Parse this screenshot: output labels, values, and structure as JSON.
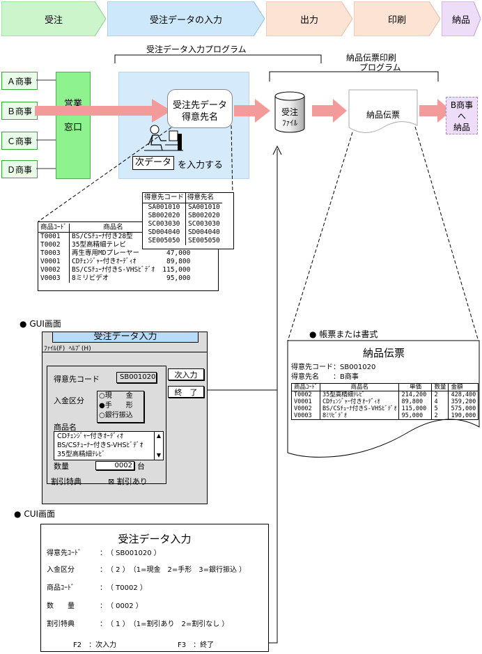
{
  "steps": [
    {
      "label": "受注",
      "color": "#ccf5cc"
    },
    {
      "label": "受注データの入力",
      "color": "#cde8fa"
    },
    {
      "label": "出力",
      "color": "#fde3d4"
    },
    {
      "label": "印刷",
      "color": "#fde3d4"
    },
    {
      "label": "納品",
      "color": "#eeddf9"
    }
  ],
  "program_labels": {
    "input": "受注データ入力プログラム",
    "print_line1": "納品伝票印刷",
    "print_line2": "プログラム"
  },
  "companies": [
    "Ａ商事",
    "Ｂ商事",
    "Ｃ商事",
    "Ｄ商事"
  ],
  "counter": {
    "line1": "営業",
    "line2": "窓口"
  },
  "input_box": {
    "line1": "受注先データ",
    "line2": "得意先名",
    "next_key": "次データ",
    "suffix": "を入力する"
  },
  "order_file": {
    "line1": "受注",
    "line2": "ﾌｧｲﾙ"
  },
  "slip_doc": "納品伝票",
  "delivery": {
    "line1": "B商事",
    "line2": "へ",
    "line3": "納品"
  },
  "customer_table": {
    "headers": [
      "得意先コード",
      "得意先名"
    ],
    "rows": [
      [
        "SA001010",
        "SA001010"
      ],
      [
        "SB002020",
        "SB002020"
      ],
      [
        "SC003030",
        "SC003030"
      ],
      [
        "SD004040",
        "SD004040"
      ],
      [
        "SE005050",
        "SE005050"
      ]
    ]
  },
  "product_table": {
    "headers": [
      "商品ｺｰﾄﾞ",
      "商品名"
    ],
    "rows": [
      [
        "T0001",
        "BS/CSﾁｭｰﾅ付き28型",
        ""
      ],
      [
        "T0002",
        "35型高精細テレビ",
        ""
      ],
      [
        "T0003",
        "再生専用MDプレーヤー",
        "47,000"
      ],
      [
        "V0001",
        "CDﾁｪﾝｼﾞｬｰ付きｵｰﾃﾞｨｵ",
        "89,800"
      ],
      [
        "V0002",
        "BS/CSﾁｭｰﾅ付きS-VHSﾋﾞﾃﾞｵ",
        "115,000"
      ],
      [
        "V0003",
        "8ミリビデオ",
        "95,000"
      ]
    ]
  },
  "gui": {
    "section_label": "GUI画面",
    "title": "受注データ入力",
    "menu": "ﾌｧｲﾙ(F)  ﾍﾙﾌﾟ(H)",
    "customer_code_label": "得意先コード",
    "customer_code_value": "SB001020",
    "next_button": "次入力",
    "end_button": "終　了",
    "payment_label": "入金区分",
    "payment_options": [
      "現　　金",
      "手　　形",
      "銀行振込"
    ],
    "payment_selected": 1,
    "product_label": "商品名",
    "product_options": [
      "CDﾁｪﾝｼﾞｬｰ付きｵｰﾃﾞｨｵ",
      "BS/CSﾁｭｰﾅｰ付きS-VHSﾋﾞﾃﾞｵ",
      "35型高精細ﾃﾚﾋﾞ"
    ],
    "quantity_label": "数量",
    "quantity_value": "0002",
    "quantity_unit": "台",
    "discount_label": "割引特典",
    "discount_check": "割引あり"
  },
  "slip": {
    "section_label": "帳票または書式",
    "title": "納品伝票",
    "customer_code_line": "得意先コード：SB001020",
    "customer_name_line": "得意先名　　：B商事",
    "headers": [
      "商品ｺｰﾄﾞ",
      "商品名",
      "単価",
      "数量",
      "金額"
    ],
    "rows": [
      [
        "T0002",
        "35型高精細ﾃﾚﾋﾞ",
        "214,200",
        "2",
        "428,400"
      ],
      [
        "V0001",
        "CDﾁｪﾝｼﾞｬｰ付きｵｰﾃﾞｨｵ",
        "89,800",
        "4",
        "359,200"
      ],
      [
        "V0002",
        "BS/CSﾁｭｰﾅ付きS-VHSﾋﾞﾃﾞｵ",
        "115,000",
        "5",
        "575,000"
      ],
      [
        "V0003",
        "8ﾐﾘﾋﾞﾃﾞｵ",
        "95,000",
        "2",
        "190,000"
      ]
    ]
  },
  "cui": {
    "section_label": "CUI画面",
    "title": "受注データ入力",
    "rows": [
      {
        "label": "得意先ｺｰﾄﾞ",
        "value": "：　（ SB001020 ）"
      },
      {
        "label": "入金区分",
        "value": "：　（ 2 ）　（1=現金　2=手形　3=銀行振込 ）"
      },
      {
        "label": "商品ｺｰﾄﾞ",
        "value": "：　（ T0002 ）"
      },
      {
        "label": "数　　量",
        "value": "：　（ 0002 ）"
      },
      {
        "label": "割引特典",
        "value": "：　（ 1 ）　（1=割引あり　2=割引なし ）"
      }
    ],
    "f2": "F2　：次入力",
    "f3": "F3　：終了"
  }
}
